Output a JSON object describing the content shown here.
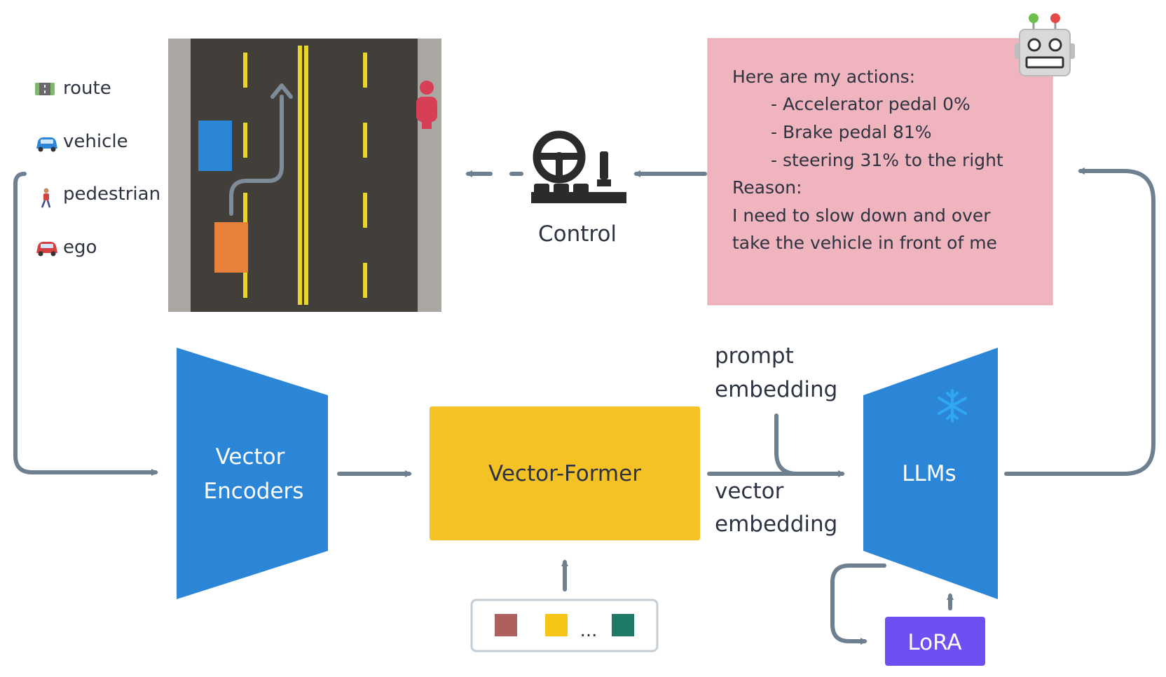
{
  "legend": {
    "items": [
      {
        "icon": "road-icon",
        "label": "route"
      },
      {
        "icon": "car-icon",
        "label": "vehicle"
      },
      {
        "icon": "pedestrian-icon",
        "label": "pedestrian"
      },
      {
        "icon": "ego-car-icon",
        "label": "ego"
      }
    ]
  },
  "control": {
    "label": "Control",
    "icon": "steering-wheel-pedals-icon"
  },
  "llm_output": {
    "lines": [
      "Here are my actions:",
      "- Accelerator pedal 0%",
      "- Brake pedal 81%",
      "- steering 31% to the right",
      "Reason:",
      "I need to slow down and over",
      "take the vehicle in front of me"
    ],
    "robot_icon": "robot-icon"
  },
  "blocks": {
    "vector_encoders": {
      "line1": "Vector",
      "line2": "Encoders"
    },
    "vector_former": {
      "label": "Vector-Former"
    },
    "llms": {
      "label": "LLMs",
      "frozen_icon": "snowflake-icon"
    },
    "lora": {
      "label": "LoRA"
    }
  },
  "edges": {
    "prompt_line1": "prompt",
    "prompt_line2": "embedding",
    "vector_line1": "vector",
    "vector_line2": "embedding"
  },
  "tokens": {
    "ellipsis": "...",
    "colors": [
      "#b05f5f",
      "#f5c518",
      "#1e7a66"
    ]
  },
  "colors": {
    "encoder_blue": "#2b86d8",
    "former_yellow": "#f5c226",
    "llm_output_bg": "#efb4bd",
    "lora_purple": "#6f4ff2",
    "arrow_gray": "#6e7f90",
    "road_dark": "#423f3b",
    "shoulder_gray": "#aaa7a2",
    "lane_yellow": "#e8d528",
    "vehicle_blue": "#2b86d8",
    "ego_orange": "#e8813a",
    "pedestrian_red": "#d63f55"
  }
}
